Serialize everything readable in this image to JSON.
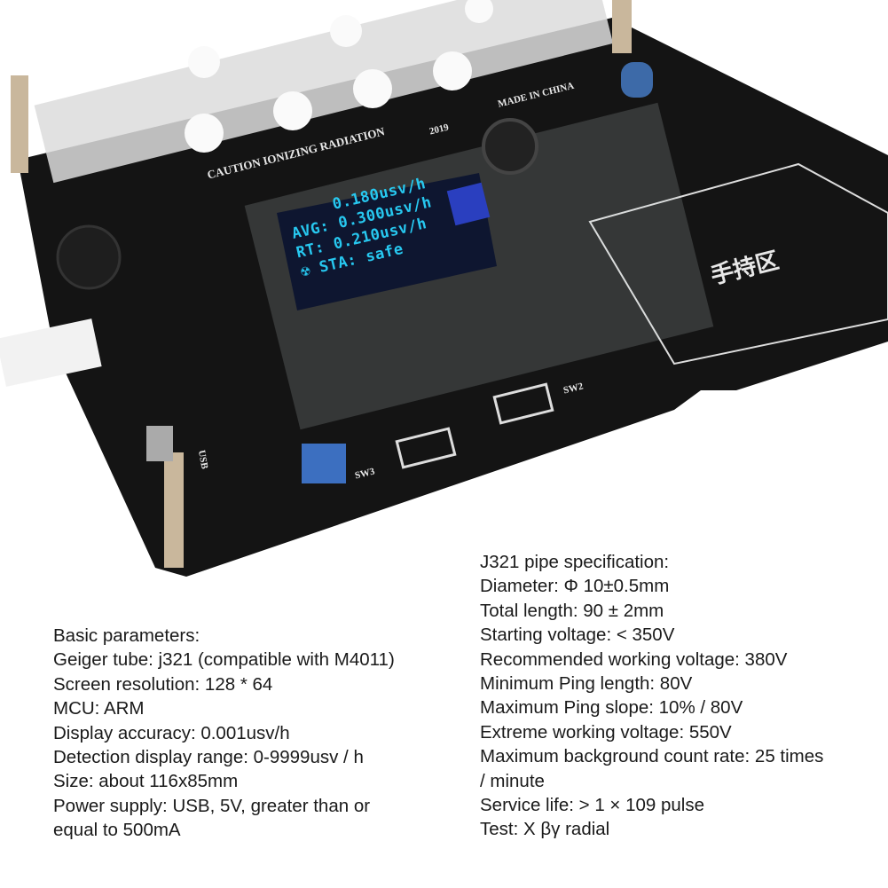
{
  "pcb": {
    "silkscreen": {
      "warning": "CAUTION IONIZING RADIATION",
      "year": "2019",
      "origin": "MADE IN CHINA",
      "handheld_zone": "手持区",
      "sw2": "SW2",
      "sw3": "SW3",
      "usb": "USB"
    },
    "oled": {
      "line1": "0.180usv/h",
      "line2_label": "AVG:",
      "line2": "0.300usv/h",
      "line3": "RT: 0.210usv/h",
      "line4": "STA: safe"
    },
    "colors": {
      "board": "#141414",
      "oled_text": "#27c8f0",
      "oled_bg": "#0e1630"
    }
  },
  "basic_parameters": {
    "title": "Basic parameters:",
    "lines": [
      "Geiger tube: j321 (compatible with M4011)",
      "Screen resolution: 128 * 64",
      "MCU: ARM",
      "Display accuracy: 0.001usv/h",
      "Detection display range: 0-9999usv / h",
      "Size: about 116x85mm",
      "Power supply: USB, 5V, greater than or",
      "equal to 500mA"
    ]
  },
  "pipe_specification": {
    "title": "J321 pipe specification:",
    "lines": [
      "Diameter: Φ 10±0.5mm",
      "Total length: 90 ± 2mm",
      "Starting voltage: < 350V",
      "Recommended working voltage: 380V",
      "Minimum Ping length: 80V",
      "Maximum Ping slope: 10% / 80V",
      "Extreme working voltage: 550V",
      "Maximum background count rate: 25 times",
      "/ minute",
      "Service life: > 1 × 109 pulse",
      "Test: X βγ radial"
    ]
  }
}
